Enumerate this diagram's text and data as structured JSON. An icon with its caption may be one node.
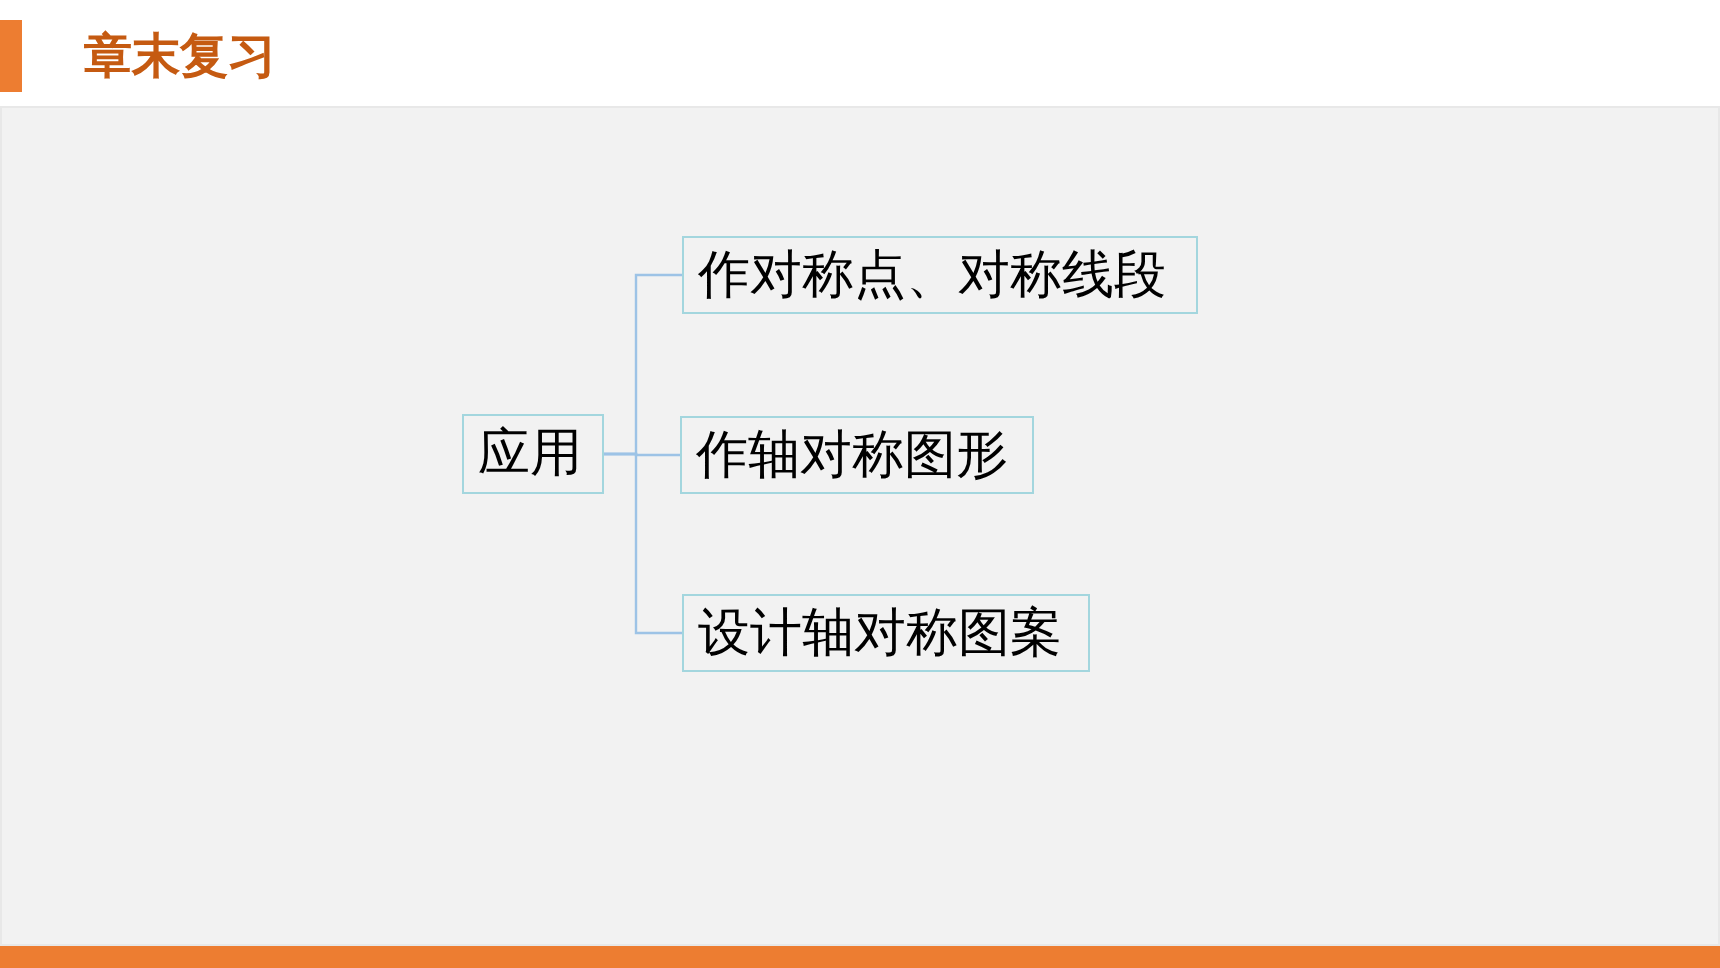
{
  "diagram": {
    "title": "章末复习",
    "nodes": [
      {
        "text": [
          "应用"
        ]
      },
      {
        "text": [
          "作对称点、对称线段"
        ]
      },
      {
        "text": [
          "作轴对称图形"
        ]
      },
      {
        "text": [
          "设计轴对称图案"
        ]
      }
    ],
    "edges": [
      {
        "from": 0,
        "to": 1,
        "arrow": "none"
      },
      {
        "from": 0,
        "to": 2,
        "arrow": "none"
      },
      {
        "from": 0,
        "to": 3,
        "arrow": "none"
      }
    ]
  }
}
